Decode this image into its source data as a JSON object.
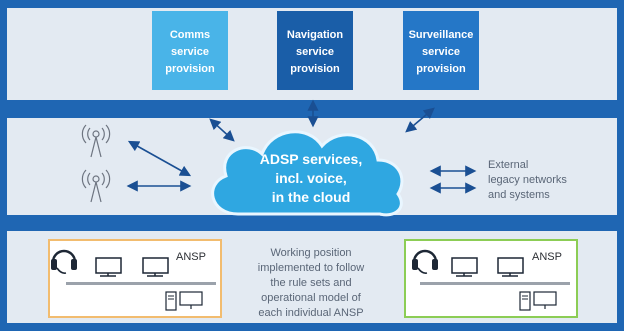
{
  "services": {
    "comms": [
      "Comms",
      "service",
      "provision"
    ],
    "navigation": [
      "Navigation",
      "service",
      "provision"
    ],
    "surveillance": [
      "Surveillance",
      "service",
      "provision"
    ]
  },
  "cloud": {
    "line1": "ADSP services,",
    "line2": "incl. voice,",
    "line3": "in the cloud"
  },
  "external": {
    "line1": "External",
    "line2": "legacy networks",
    "line3": "and systems"
  },
  "working_position": {
    "line1": "Working position",
    "line2": "implemented  to follow",
    "line3": "the rule sets and",
    "line4": "operational model of",
    "line5": "each individual ANSP"
  },
  "ansp_left": {
    "label": "ANSP"
  },
  "ansp_right": {
    "label": "ANSP"
  },
  "colors": {
    "frame": "#1f66b3",
    "band": "#e3eaf2",
    "comms": "#49b4e8",
    "navigation": "#1a5ea8",
    "surveillance": "#2577c7",
    "left_border": "#f2bc6f",
    "right_border": "#8ccd55"
  },
  "icons": [
    "antenna-icon",
    "headset-icon",
    "monitor-icon",
    "computer-icon",
    "cloud-icon"
  ]
}
